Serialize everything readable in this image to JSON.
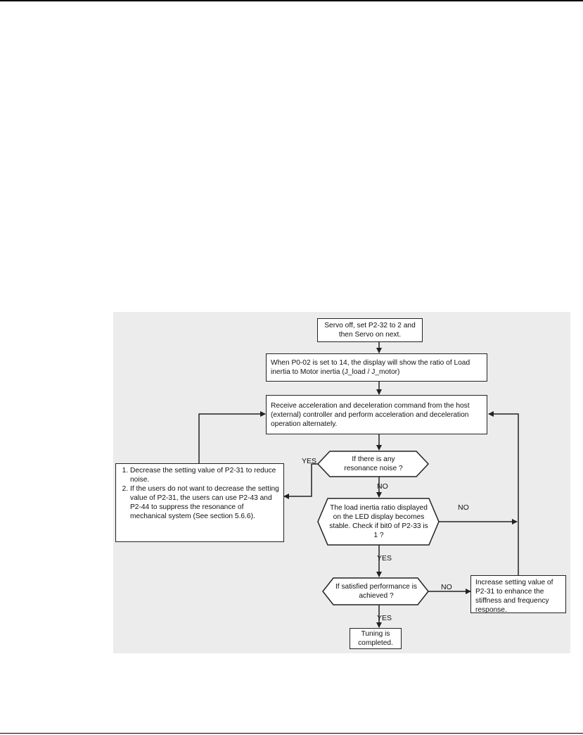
{
  "flowchart": {
    "step1": "Servo off, set P2-32 to 2 and then Servo on next.",
    "step2": "When P0-02 is set to 14, the display will show the ratio of Load inertia to Motor inertia (J_load / J_motor)",
    "step3": "Receive acceleration and deceleration command from the host (external) controller and perform acceleration and deceleration operation alternately.",
    "decision1": "If there is any resonance noise ?",
    "decision2": "The load inertia ratio displayed on the LED display becomes stable. Check if bit0 of P2-33 is 1 ?",
    "decision3": "If satisfied performance is achieved ?",
    "end": "Tuning is completed.",
    "increase_box": "Increase setting value of P2-31 to enhance the stiffness and frequency response.",
    "decrease_items": [
      "Decrease the setting value of P2-31 to reduce noise.",
      "If the users do not want to decrease the setting value of P2-31, the users can use P2-43 and P2-44 to suppress the resonance of mechanical system (See section 5.6.6)."
    ],
    "labels": {
      "yes1": "YES",
      "no1": "NO",
      "no2": "NO",
      "yes2": "YES",
      "no3": "NO",
      "yes3": "YES"
    }
  }
}
